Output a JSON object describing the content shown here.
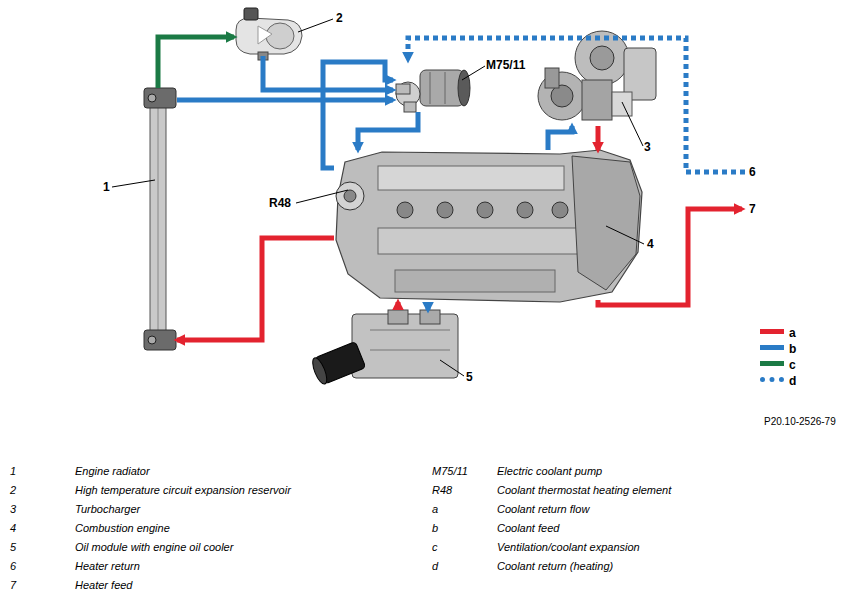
{
  "diagram": {
    "nodes": [
      {
        "text": [
          "1"
        ]
      },
      {
        "text": [
          "2"
        ]
      },
      {
        "text": [
          "M75/11"
        ]
      },
      {
        "text": [
          "3"
        ]
      },
      {
        "text": [
          "4"
        ]
      },
      {
        "text": [
          "5"
        ]
      }
    ],
    "edges": [
      {
        "from": 0,
        "to": 1,
        "arrow": "to"
      },
      {
        "from": 1,
        "to": 2,
        "arrow": "to"
      },
      {
        "from": 0,
        "to": 2,
        "arrow": "to"
      },
      {
        "from": 2,
        "to": 4,
        "arrow": "to"
      },
      {
        "from": 4,
        "to": 2,
        "arrow": "to"
      },
      {
        "from": 4,
        "to": 3,
        "arrow": "to"
      },
      {
        "from": 3,
        "to": 4,
        "arrow": "to"
      },
      {
        "from": 4,
        "to": 0,
        "arrow": "to"
      },
      {
        "from": 4,
        "to": 5,
        "arrow": "to"
      },
      {
        "from": 5,
        "to": 4,
        "arrow": "to"
      }
    ],
    "labels": [
      "R48",
      "6",
      "7",
      "P20.10-2526-79",
      "1",
      "Engine radiator",
      "M75/11",
      "Electric coolant pump",
      "2",
      "High temperature circuit expansion reservoir",
      "R48",
      "Coolant thermostat heating element",
      "3",
      "Turbocharger",
      "a",
      "Coolant return flow",
      "4",
      "Combustion engine",
      "b",
      "Coolant feed",
      "5",
      "Oil module with engine oil cooler",
      "c",
      "Ventilation/coolant expansion",
      "6",
      "Heater return",
      "d",
      "Coolant return (heating)",
      "7",
      "Heater feed"
    ],
    "legend": [
      {
        "text": "a",
        "color": "#e3232f"
      },
      {
        "text": "b",
        "color": "#2a7bc6"
      },
      {
        "text": "c",
        "color": "#1b7a45"
      },
      {
        "text": "d"
      }
    ]
  }
}
